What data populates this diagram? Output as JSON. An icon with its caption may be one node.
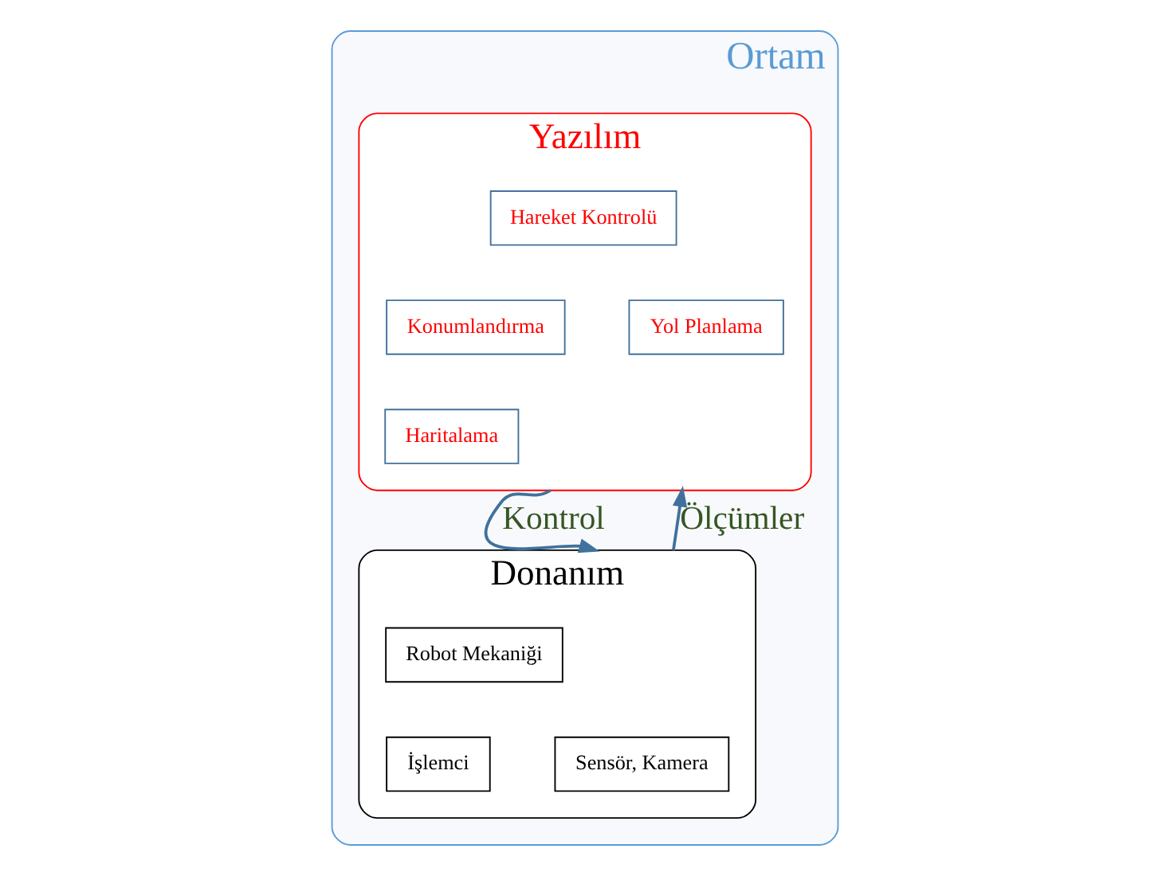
{
  "diagram": {
    "nodes": [
      {
        "text": [
          "Ortam"
        ]
      },
      {
        "text": [
          "Yazılım"
        ],
        "in": 0
      },
      {
        "text": [
          "Hareket Kontrolü"
        ],
        "in": 1
      },
      {
        "text": [
          "Konumlandırma"
        ],
        "in": 1
      },
      {
        "text": [
          "Yol Planlama"
        ],
        "in": 1
      },
      {
        "text": [
          "Haritalama"
        ],
        "in": 1
      },
      {
        "text": [
          "Donanım"
        ],
        "in": 0
      },
      {
        "text": [
          "Robot Mekaniği"
        ],
        "in": 6
      },
      {
        "text": [
          "Sensör, Kamera"
        ],
        "in": 6
      },
      {
        "text": [
          "İşlemci"
        ],
        "in": 6
      }
    ],
    "edges": [
      {
        "from": 1,
        "to": 6,
        "arrow": "to",
        "label": "Kontrol"
      },
      {
        "from": 6,
        "to": 1,
        "arrow": "to",
        "label": "Ölçümler"
      }
    ]
  }
}
